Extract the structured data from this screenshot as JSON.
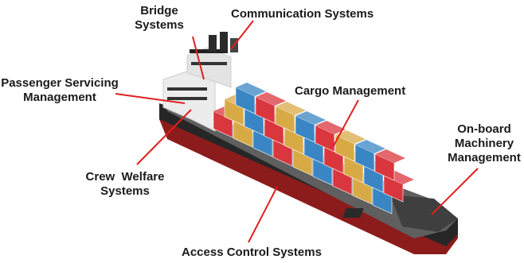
{
  "labels": {
    "bridge": [
      "Bridge",
      "Systems"
    ],
    "communication": "Communication Systems",
    "passenger": [
      "Passenger Servicing",
      "Management"
    ],
    "cargo": "Cargo Management",
    "onboard": [
      "On-board",
      "Machinery",
      "Management"
    ],
    "crew": [
      "Crew  Welfare",
      "Systems"
    ],
    "access": "Access Control Systems"
  },
  "colors": {
    "leader_line": "#e02020",
    "hull_red": "#8c1c1c",
    "hull_black": "#222222",
    "deck_grey": "#6e6e6e",
    "superstructure": "#e9e9e9",
    "container_red": "#d9363e",
    "container_blue": "#3a86c4",
    "container_yellow": "#d8aa45"
  }
}
